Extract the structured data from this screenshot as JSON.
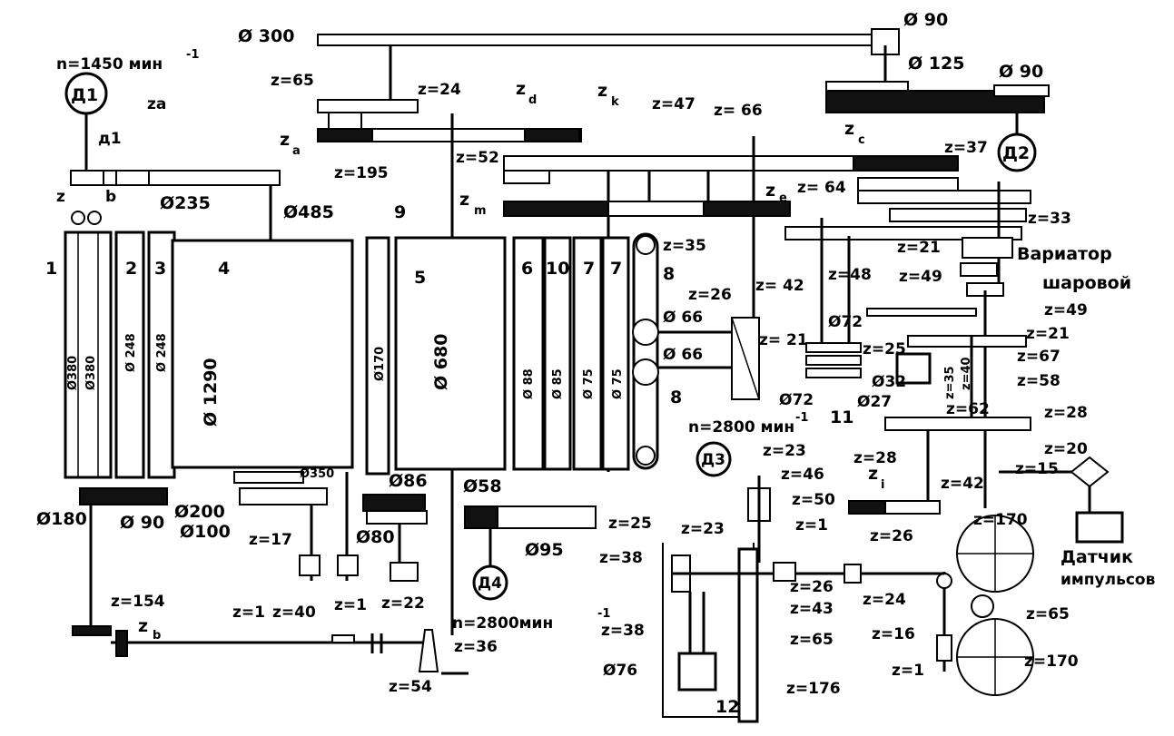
{
  "labels": {
    "d300": "Ø 300",
    "d90_top": "Ø 90",
    "d125": "Ø 125",
    "d90_right": "Ø 90",
    "n1450": "n=1450 мин",
    "n1450_exp": "-1",
    "za": "za",
    "d1_motor": "Д1",
    "d1_shaft": "д1",
    "z65_top": "z=65",
    "z24_top": "z=24",
    "z_a": "z",
    "z_a_sub": "a",
    "z195": "z=195",
    "z_d": "z",
    "z_d_sub": "d",
    "z_k": "z",
    "z_k_sub": "k",
    "z47": "z=47",
    "z66": "z= 66",
    "z52": "z=52",
    "z_c": "z",
    "z_c_sub": "c",
    "d2_motor": "Д2",
    "z37": "z=37",
    "z_m": "z",
    "z_m_sub": "m",
    "z_e": "z",
    "z_e_sub": "e",
    "z64": "z= 64",
    "z33": "z=33",
    "z_left": "z",
    "z_b_left": "b",
    "d235": "Ø235",
    "d485": "Ø485",
    "num1": "1",
    "num2": "2",
    "num3": "3",
    "num4": "4",
    "num5": "5",
    "num6": "6",
    "num10": "10",
    "num7a": "7",
    "num7b": "7",
    "num8a": "8",
    "num8b": "8",
    "num9": "9",
    "num11": "11",
    "num12": "12",
    "d380a": "Ø380",
    "d380b": "Ø380",
    "d248": "Ø 248",
    "d248b": "Ø 248",
    "d1290": "Ø 1290",
    "d170": "Ø170",
    "d680": "Ø 680",
    "d88": "Ø 88",
    "d85": "Ø 85",
    "d75a": "Ø 75",
    "d75b": "Ø 75",
    "z35": "z=35",
    "z42": "z= 42",
    "z48": "z=48",
    "z21_a": "z=21",
    "variator1": "Вариатор",
    "variator2": "шаровой",
    "z49_a": "z=49",
    "z49_b": "z=49",
    "z21_b": "z=21",
    "z26_a": "z=26",
    "d66_a": "Ø 66",
    "d66_b": "Ø 66",
    "z21_c": "z= 21",
    "d72_a": "Ø72",
    "d72_b": "Ø72",
    "z25_a": "z=25",
    "z35_b": "z=35",
    "z67": "z=67",
    "z40": "z=40",
    "z58": "z=58",
    "d32": "Ø32",
    "d27": "Ø27",
    "z62": "z=62",
    "z28_a": "z=28",
    "n2800_a": "n=2800 мин",
    "n2800_a_exp": "-1",
    "d3_motor": "Д3",
    "z23_a": "z=23",
    "z46": "z=46",
    "z28_b": "z=28",
    "z_i": "z",
    "z_i_sub": "i",
    "z42_b": "z=42",
    "z20": "z=20",
    "z15": "z=15",
    "z50": "z=50",
    "z1_a": "z=1",
    "z170_a": "z=170",
    "sensor1": "Датчик",
    "sensor2": "импульсов",
    "d180": "Ø180",
    "d90_bottom": "Ø 90",
    "d200": "Ø200",
    "d350": "Ø350",
    "d100": "Ø100",
    "d86": "Ø86",
    "d58": "Ø58",
    "d80": "Ø80",
    "z17": "z=17",
    "z25_b": "z=25",
    "d95": "Ø95",
    "d4_motor": "Д4",
    "z1_b": "z=1",
    "z40_b": "z=40",
    "z1_c": "z=1",
    "z22": "z=22",
    "z154": "z=154",
    "z_b": "z",
    "z_b_sub": "b",
    "n2800_b": "n=2800мин",
    "n2800_b_exp": "-1",
    "z36": "z=36",
    "z54": "z=54",
    "z23_b": "z=23",
    "z38_a": "z=38",
    "z38_b": "z=38",
    "d76": "Ø76",
    "z26_b": "z=26",
    "z26_c": "z=26",
    "z43": "z=43",
    "z65_b": "z=65",
    "z176": "z=176",
    "z24_b": "z=24",
    "z16": "z=16",
    "z1_d": "z=1",
    "z65_c": "z=65",
    "z170_b": "z=170"
  }
}
